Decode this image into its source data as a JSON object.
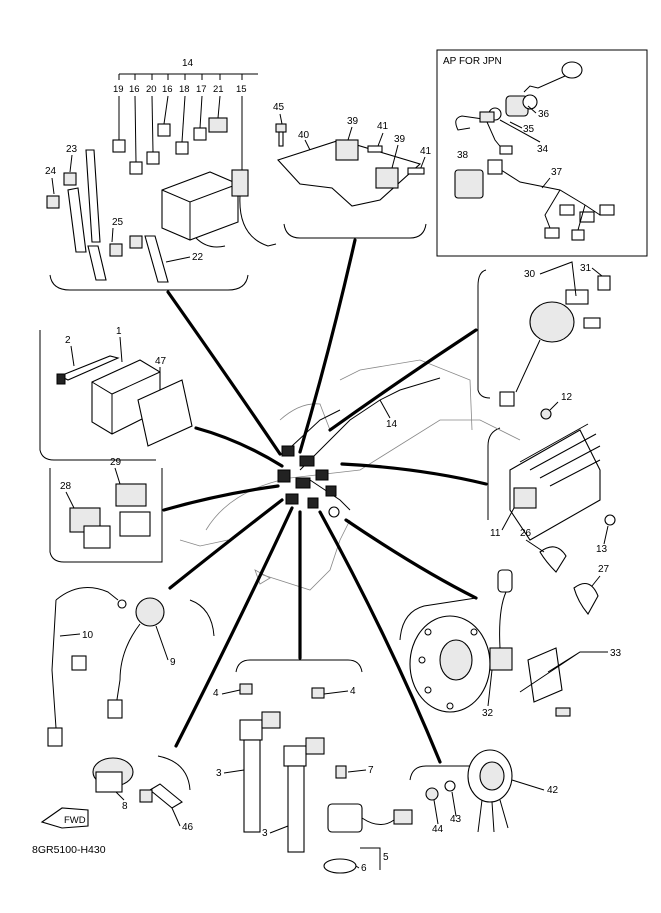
{
  "box_title": "AP FOR JPN",
  "diagram_code": "8GR5100-H430",
  "fwd_label": "FWD",
  "callouts": {
    "c1": "1",
    "c2": "2",
    "c3a": "3",
    "c3b": "3",
    "c4a": "4",
    "c4b": "4",
    "c5": "5",
    "c6": "6",
    "c7": "7",
    "c8": "8",
    "c9": "9",
    "c10": "10",
    "c11": "11",
    "c12": "12",
    "c13": "13",
    "c14": "14",
    "c14b": "14",
    "c15": "15",
    "c16a": "16",
    "c16b": "16",
    "c17": "17",
    "c18": "18",
    "c19": "19",
    "c20": "20",
    "c21": "21",
    "c22": "22",
    "c23": "23",
    "c24": "24",
    "c25": "25",
    "c26": "26",
    "c27": "27",
    "c28": "28",
    "c29": "29",
    "c30": "30",
    "c31": "31",
    "c32": "32",
    "c33": "33",
    "c34": "34",
    "c35": "35",
    "c36": "36",
    "c37": "37",
    "c38": "38",
    "c39a": "39",
    "c39b": "39",
    "c40": "40",
    "c41a": "41",
    "c41b": "41",
    "c42": "42",
    "c43": "43",
    "c44": "44",
    "c45": "45",
    "c46": "46",
    "c47": "47"
  }
}
